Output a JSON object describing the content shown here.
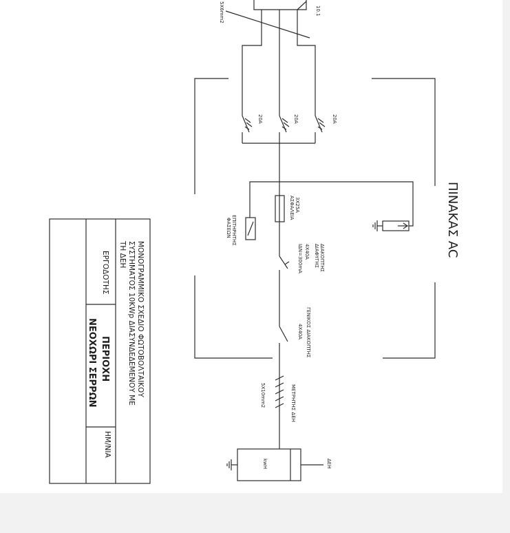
{
  "panel_title": "ΠΙΝΑΚΑΣ AC",
  "top": {
    "cable_label": "5Χ6mm2",
    "inverter_label": "10.1"
  },
  "breakers": {
    "left": "20A",
    "center": "20A",
    "right": "20A"
  },
  "fuse": {
    "title": "ΑΣΦΑΛΕΙΑ",
    "rating": "3Χ25Α"
  },
  "phase_monitor": {
    "line1": "ΕΠΙΤΗΡΗΤΗΣ",
    "line2": "ΦΑΣΕΩΝ"
  },
  "rcd": {
    "line1": "ΔΙΑΚΟΠΤΗΣ",
    "line2": "ΔΙΑΦΥΓΗΣ",
    "line3": "4Χ40Α",
    "line4": "IΔΝ=300mA"
  },
  "main_switch": {
    "line1": "ΓΕΝΙΚΟΣ ΔΙΑΚΟΠΤΗΣ",
    "line2": "4Χ40Α"
  },
  "cable_bottom": "5Χ10mm2",
  "meter": {
    "title": "ΜΕΤΡΗΤΗΣ ΔΕΗ",
    "unit": "kwH",
    "grid": "ΔΕΗ"
  },
  "title_block": {
    "description_line1": "ΜΟΝΟΓΡΑΜΜΙΚΟ ΣΧΕΔΙΟ ΦΩΤΟΒΟΛΤΑΙΚΟΥ",
    "description_line2": "ΣΥΣΤΗΜΑΤΟΣ 10ΚWp ΔΙΑΣΥΝΔΕΔΕΜΕΝΟΥ ΜΕ",
    "description_line3": "ΤΗ ΔΕΗ",
    "client_label": "ΕΡΓΟΔΟΤΗΣ",
    "area_label": "ΠΕΡΙΟΧΗ",
    "area_value": "ΝΕΟΧΩΡΙ ΣΕΡΡΩΝ",
    "date_label": "ΗΜ/ΝΙΑ"
  }
}
